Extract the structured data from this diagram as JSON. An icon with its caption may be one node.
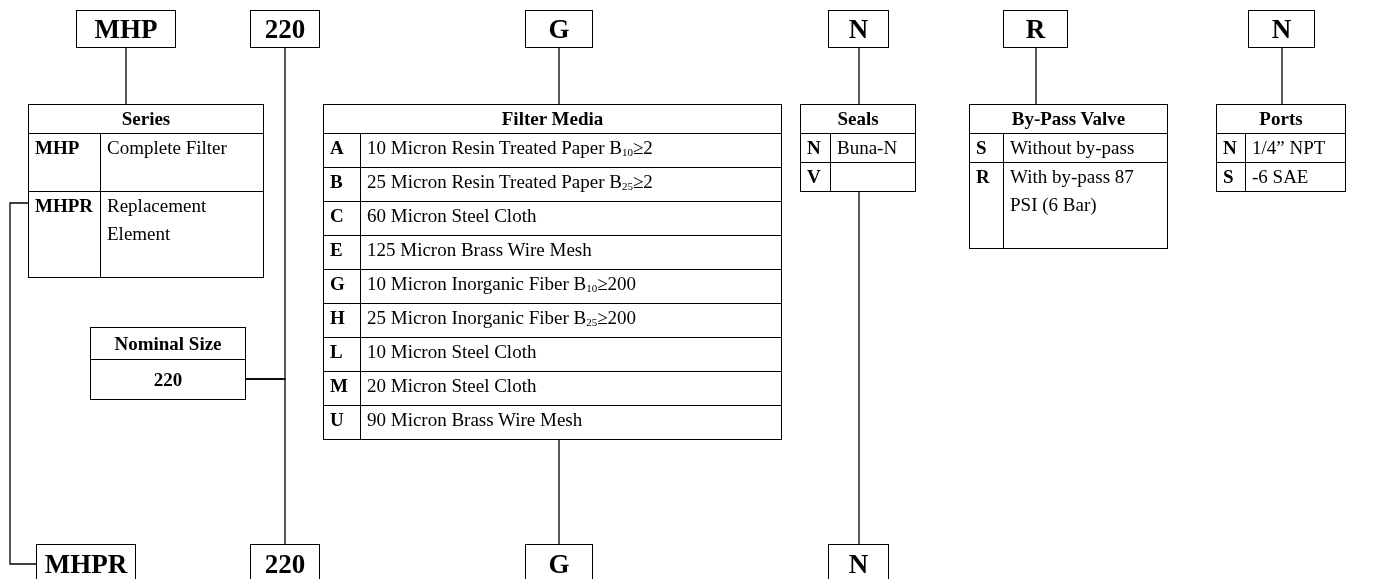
{
  "diagram": {
    "nodes": [
      {
        "text": [
          "MHP"
        ]
      },
      {
        "text": [
          "220"
        ]
      },
      {
        "text": [
          "G"
        ]
      },
      {
        "text": [
          "N"
        ]
      },
      {
        "text": [
          "R"
        ]
      },
      {
        "text": [
          "N"
        ]
      },
      {
        "text": [
          "Series",
          "MHP",
          "Complete Filter",
          "MHPR",
          "Replacement Element"
        ]
      },
      {
        "text": [
          "Filter Media",
          "A",
          "10 Micron Resin Treated Paper B$_{10}$≥2",
          "B",
          "25 Micron Resin Treated Paper B$_{25}$≥2",
          "C",
          "60 Micron Steel Cloth",
          "E",
          "125 Micron Brass Wire Mesh",
          "G",
          "10 Micron Inorganic Fiber B$_{10}$≥200",
          "H",
          "25 Micron Inorganic Fiber B$_{25}$≥200",
          "L",
          "10 Micron Steel Cloth",
          "M",
          "20 Micron Steel Cloth",
          "U",
          "90 Micron Brass Wire Mesh"
        ]
      },
      {
        "text": [
          "Seals",
          "N",
          "Buna-N",
          "V"
        ]
      },
      {
        "text": [
          "By-Pass Valve",
          "S",
          "Without by-pass",
          "R",
          "With by-pass 87 PSI (6 Bar)"
        ]
      },
      {
        "text": [
          "Ports",
          "N",
          "1/4” NPT",
          "S",
          "-6 SAE"
        ]
      },
      {
        "text": [
          "Nominal Size",
          "220"
        ]
      },
      {
        "text": [
          "MHPR"
        ]
      },
      {
        "text": [
          "220"
        ]
      },
      {
        "text": [
          "G"
        ]
      },
      {
        "text": [
          "N"
        ]
      }
    ],
    "edges": [
      {
        "from": 0,
        "to": 6,
        "arrow": "none"
      },
      {
        "from": 1,
        "to": 11,
        "arrow": "none"
      },
      {
        "from": 11,
        "to": 13,
        "arrow": "none"
      },
      {
        "from": 2,
        "to": 7,
        "arrow": "none"
      },
      {
        "from": 7,
        "to": 14,
        "arrow": "none"
      },
      {
        "from": 3,
        "to": 8,
        "arrow": "none"
      },
      {
        "from": 8,
        "to": 15,
        "arrow": "none"
      },
      {
        "from": 4,
        "to": 9,
        "arrow": "none"
      },
      {
        "from": 5,
        "to": 10,
        "arrow": "none"
      },
      {
        "from": 6,
        "to": 12,
        "arrow": "none"
      }
    ]
  }
}
